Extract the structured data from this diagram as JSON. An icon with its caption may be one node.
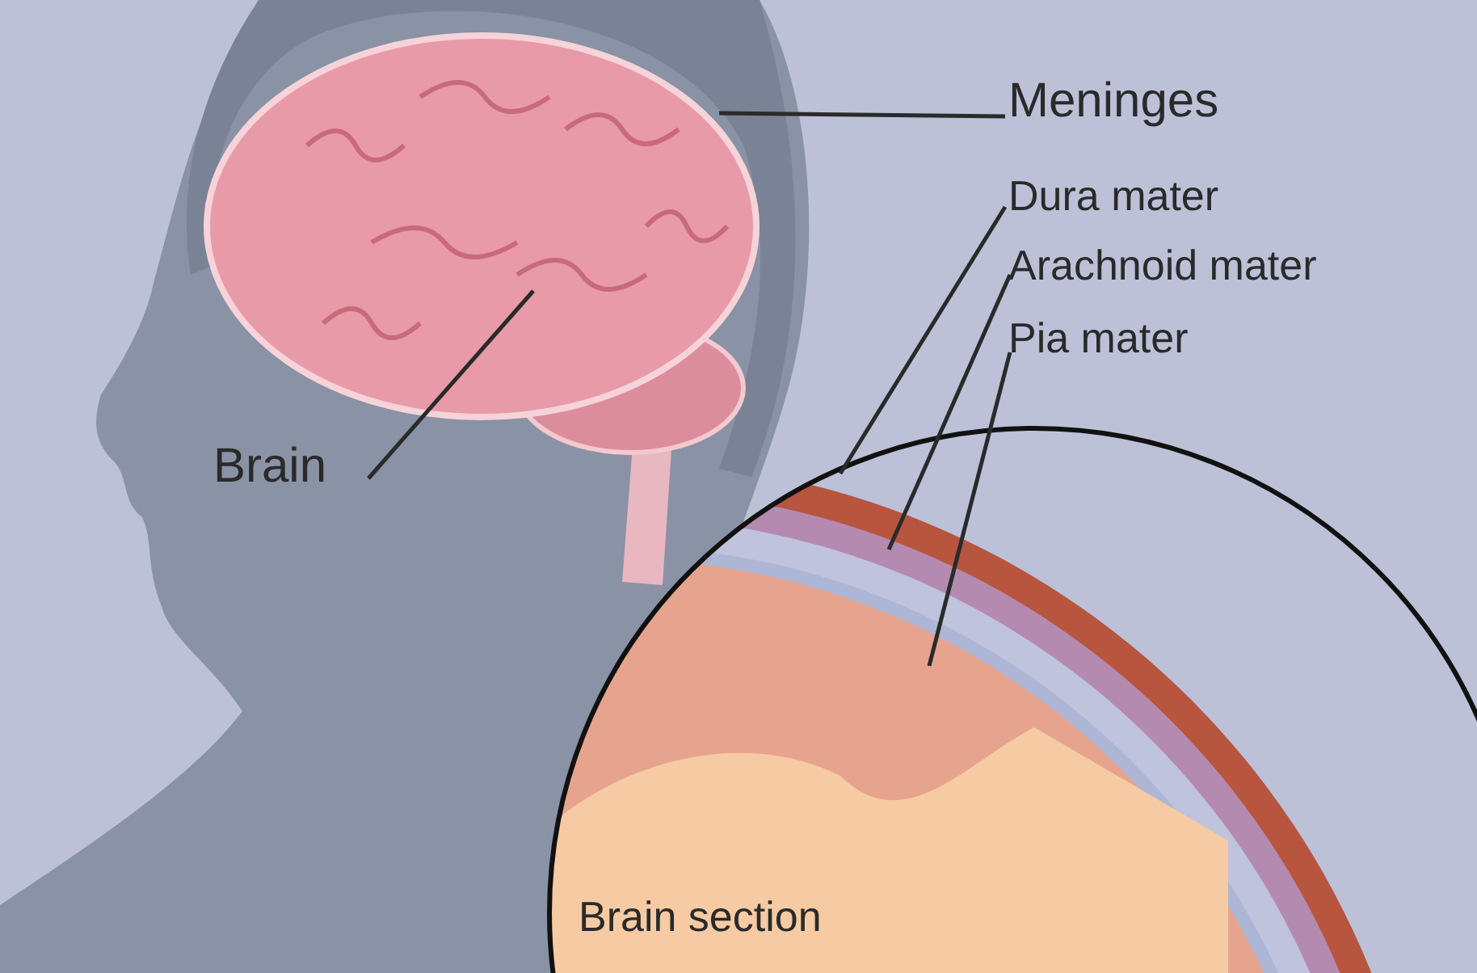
{
  "diagram": {
    "nodes": [
      {
        "text": [
          "Meninges"
        ]
      },
      {
        "text": [
          "Dura mater"
        ]
      },
      {
        "text": [
          "Arachnoid mater"
        ]
      },
      {
        "text": [
          "Pia mater"
        ]
      },
      {
        "text": [
          "Brain"
        ]
      }
    ],
    "edges": [
      {
        "from": 0,
        "to": null,
        "arrow": "none"
      },
      {
        "from": 1,
        "to": null,
        "arrow": "none"
      },
      {
        "from": 2,
        "to": null,
        "arrow": "none"
      },
      {
        "from": 3,
        "to": null,
        "arrow": "none"
      },
      {
        "from": 4,
        "to": null,
        "arrow": "none"
      }
    ],
    "labels": [
      "Brain section"
    ]
  }
}
